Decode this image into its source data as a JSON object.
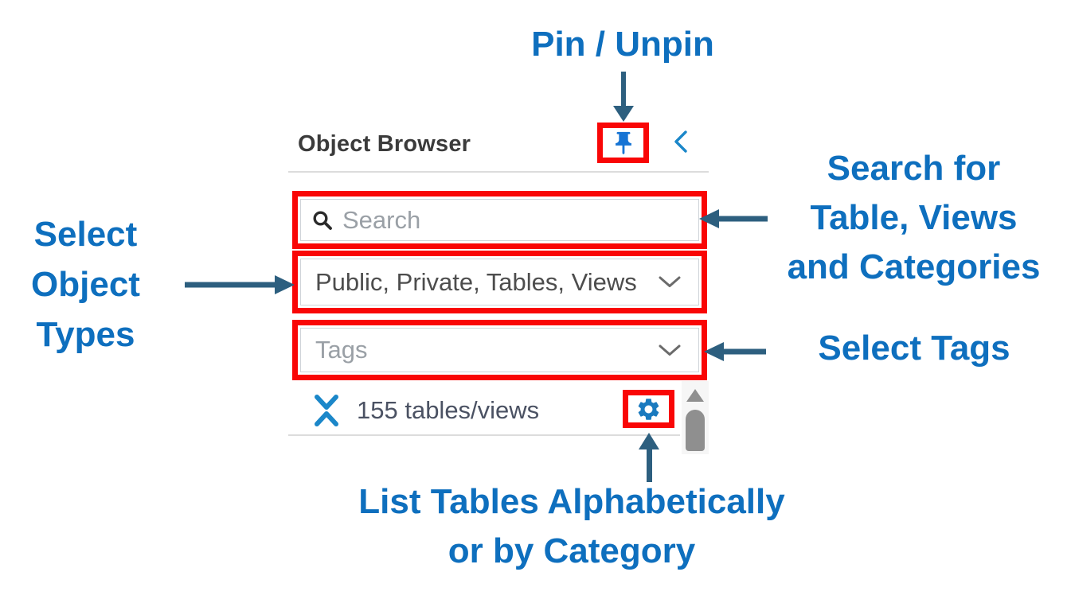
{
  "panel": {
    "title": "Object Browser",
    "search": {
      "placeholder": "Search"
    },
    "object_types": {
      "value": "Public, Private, Tables, Views"
    },
    "tags": {
      "placeholder": "Tags"
    },
    "footer": {
      "count_label": "155 tables/views"
    }
  },
  "annotations": {
    "pin_label": "Pin / Unpin",
    "search_lines": [
      "Search for",
      "Table, Views",
      "and Categories"
    ],
    "object_types_lines": [
      "Select",
      "Object",
      "Types"
    ],
    "tags_label": "Select Tags",
    "gear_lines": [
      "List Tables Alphabetically",
      "or by Category"
    ]
  },
  "icons": {
    "pin": "pushpin-icon",
    "collapse_panel": "chevron-left-icon",
    "search": "magnifier-icon",
    "dropdown": "chevron-down-icon",
    "collapse_list": "collapse-rows-icon",
    "settings": "gear-icon",
    "scroll_up": "triangle-up-icon"
  },
  "colors": {
    "annotation_blue": "#0e6fbe",
    "arrow_steel_blue": "#2d5f7f",
    "highlight_red": "#f90606",
    "icon_blue": "#1b87c9",
    "pin_blue": "#1674d4",
    "gear_blue": "#1a7abf",
    "title_gray": "#3b3b3b"
  }
}
